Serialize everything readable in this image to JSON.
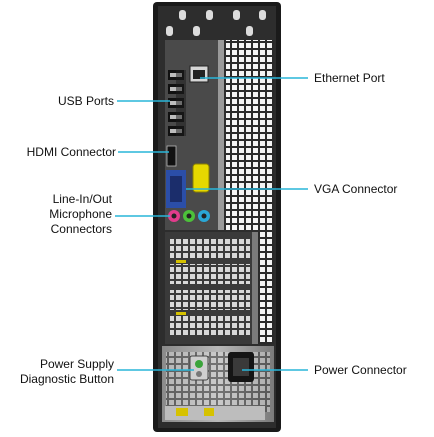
{
  "labels": {
    "usb_ports": "USB Ports",
    "hdmi_connector": "HDMI Connector",
    "audio_line1": "Line-In/Out",
    "audio_line2": "Microphone",
    "audio_line3": "Connectors",
    "power_diag_line1": "Power Supply",
    "power_diag_line2": "Diagnostic Button",
    "ethernet_port": "Ethernet Port",
    "vga_connector": "VGA Connector",
    "power_connector": "Power Connector"
  },
  "colors": {
    "leader_line": "#29b6d9",
    "chassis": "#1a1a1a",
    "panel": "#5a5a5a",
    "vga": "#2b4ea8",
    "yellow_cap": "#e6d800",
    "jack_pink": "#e23c8c",
    "jack_green": "#4cc13a",
    "jack_blue": "#2aa7d6"
  }
}
